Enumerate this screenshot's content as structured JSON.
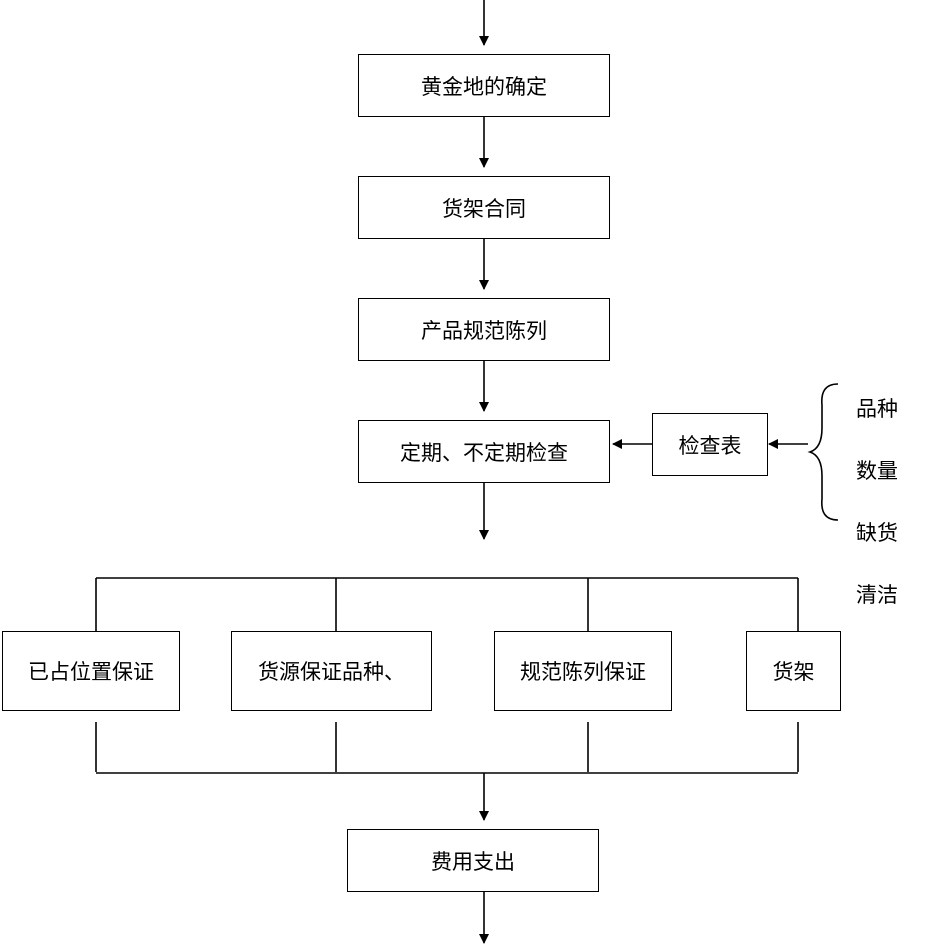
{
  "main_flow": [
    {
      "id": "golden",
      "label": "黄金地的确定"
    },
    {
      "id": "contract",
      "label": "货架合同"
    },
    {
      "id": "display",
      "label": "产品规范陈列"
    },
    {
      "id": "inspection",
      "label": "定期、不定期检查"
    }
  ],
  "checklist": {
    "label": "检查表"
  },
  "check_items": [
    "品种",
    "数量",
    "缺货",
    "清洁"
  ],
  "branches": [
    {
      "id": "position",
      "label": "已占位置保证"
    },
    {
      "id": "supply",
      "label": "货源保证品种、"
    },
    {
      "id": "standard",
      "label": "规范陈列保证"
    },
    {
      "id": "shelf",
      "label": "货架"
    }
  ],
  "final": {
    "label": "费用支出"
  }
}
